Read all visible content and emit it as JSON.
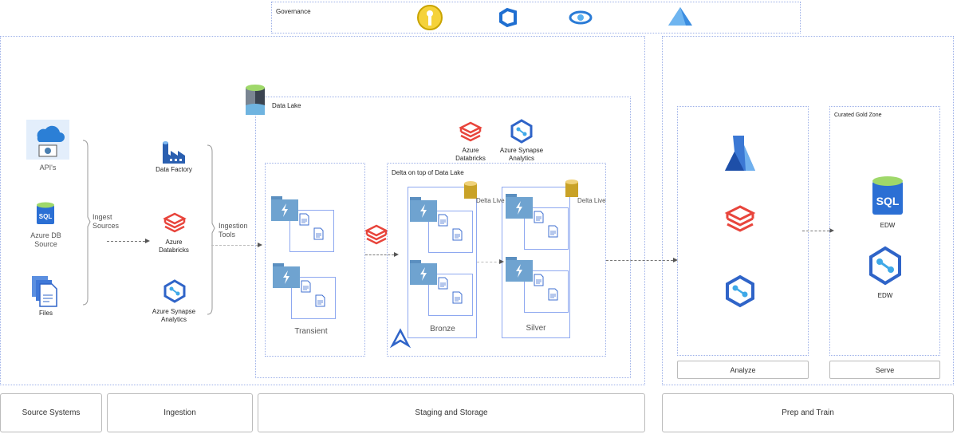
{
  "governance": {
    "title": "Governance",
    "icons": [
      "key-vault-icon",
      "azure-devops-icon",
      "purview-icon",
      "azure-ad-icon"
    ]
  },
  "sources": {
    "items": [
      {
        "label": "API's",
        "icon": "api-cloud-icon"
      },
      {
        "label": "Azure DB Source",
        "icon": "sql-database-icon"
      },
      {
        "label": "Files",
        "icon": "files-icon"
      }
    ],
    "brace_label": "Ingest Sources"
  },
  "ingestion": {
    "items": [
      {
        "label": "Data Factory",
        "icon": "data-factory-icon"
      },
      {
        "label": "Azure Databricks",
        "icon": "databricks-icon"
      },
      {
        "label": "Azure Synapse Analytics",
        "icon": "synapse-icon"
      }
    ],
    "brace_label": "Ingestion Tools"
  },
  "data_lake": {
    "title": "Data Lake",
    "tools": [
      {
        "label": "Azure Databricks"
      },
      {
        "label": "Azure Synapse Analytics"
      }
    ],
    "transient": {
      "label": "Transient"
    },
    "delta": {
      "title": "Delta on top of Data Lake",
      "bronze": {
        "label": "Bronze",
        "badge": "Delta Live"
      },
      "silver": {
        "label": "Silver",
        "badge": "Delta Live"
      }
    }
  },
  "analyze": {
    "button": "Analyze",
    "icons": [
      "machine-learning-icon",
      "databricks-icon",
      "synapse-icon"
    ]
  },
  "serve": {
    "title": "Curated Gold Zone",
    "button": "Serve",
    "items": [
      {
        "label": "EDW",
        "icon": "sql-database-icon"
      },
      {
        "label": "EDW",
        "icon": "synapse-icon"
      }
    ]
  },
  "stages": [
    "Source Systems",
    "Ingestion",
    "Staging and Storage",
    "Prep and Train"
  ],
  "colors": {
    "databricks": "#e8453c",
    "azure_blue": "#3b6fd4",
    "folder": "#6fa3d0",
    "delta": "#c9a227",
    "border": "#9db0e8"
  }
}
